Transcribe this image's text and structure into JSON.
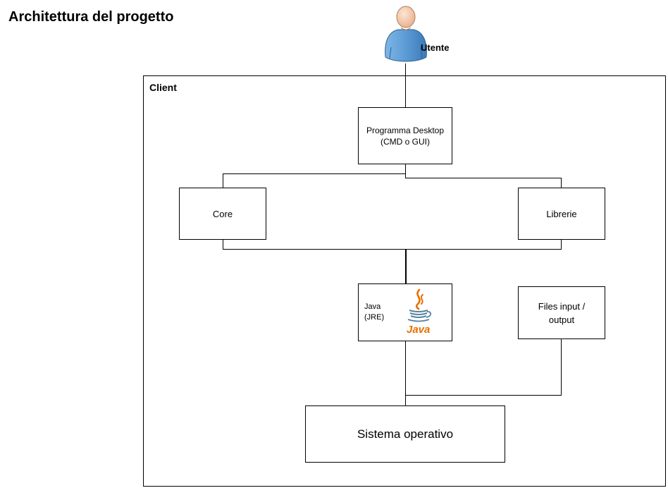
{
  "title": "Architettura del progetto",
  "user": {
    "label": "Utente",
    "icon": "user-icon"
  },
  "client": {
    "label": "Client"
  },
  "nodes": {
    "desktop": {
      "line1": "Programma Desktop",
      "line2": "(CMD o GUI)"
    },
    "core": {
      "label": "Core"
    },
    "librerie": {
      "label": "Librerie"
    },
    "java": {
      "line1": "Java",
      "line2": "(JRE)",
      "logo_text": "Java",
      "icon": "java-logo-icon"
    },
    "files": {
      "line1": "Files input /",
      "line2": "output"
    },
    "os": {
      "label": "Sistema operativo"
    }
  },
  "edges": [
    {
      "from": "Utente",
      "to": "Programma Desktop"
    },
    {
      "from": "Programma Desktop",
      "to": "Core"
    },
    {
      "from": "Programma Desktop",
      "to": "Librerie"
    },
    {
      "from": "Core",
      "to": "Java"
    },
    {
      "from": "Librerie",
      "to": "Java"
    },
    {
      "from": "Java",
      "to": "Sistema operativo"
    },
    {
      "from": "Files input / output",
      "to": "Sistema operativo"
    }
  ],
  "colors": {
    "user_body": "#5b9bd5",
    "user_skin": "#f3c9a6",
    "java_orange": "#e76f00",
    "java_blue": "#5382a1",
    "stroke": "#000000"
  }
}
